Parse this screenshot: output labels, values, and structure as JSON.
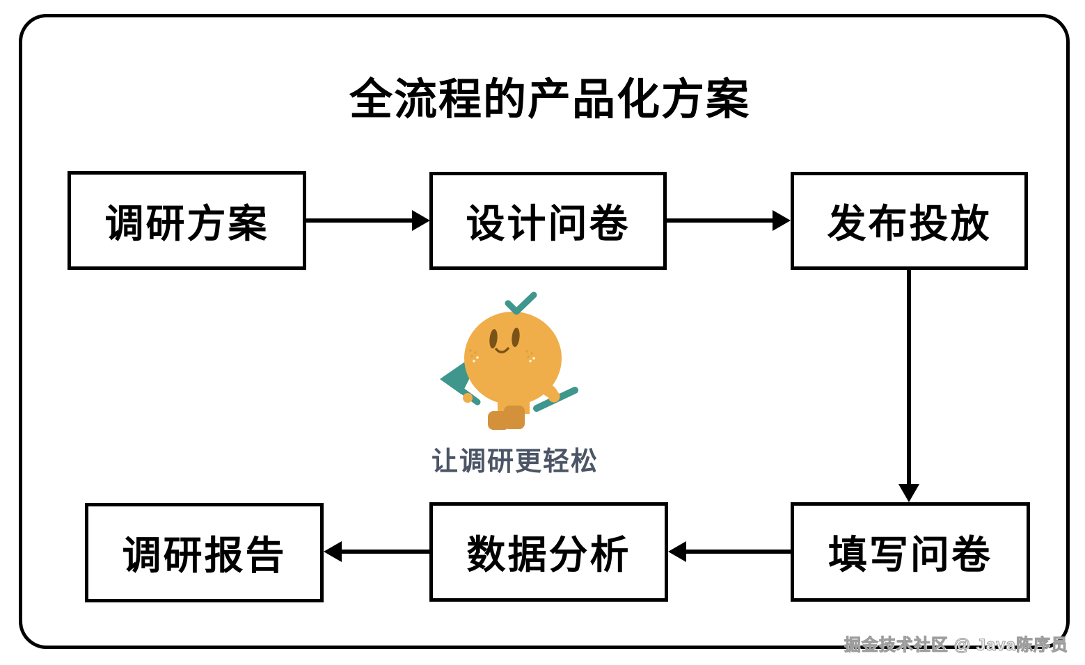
{
  "title": "全流程的产品化方案",
  "flow": {
    "steps": [
      {
        "id": "research-plan",
        "label": "调研方案"
      },
      {
        "id": "design-survey",
        "label": "设计问卷"
      },
      {
        "id": "publish",
        "label": "发布投放"
      },
      {
        "id": "fill-survey",
        "label": "填写问卷"
      },
      {
        "id": "data-analysis",
        "label": "数据分析"
      },
      {
        "id": "research-report",
        "label": "调研报告"
      }
    ],
    "connections": [
      "调研方案→设计问卷",
      "设计问卷→发布投放",
      "发布投放→填写问卷",
      "填写问卷→数据分析",
      "数据分析→调研报告"
    ]
  },
  "mascot": {
    "slogan": "让调研更轻松",
    "colors": {
      "body": "#EFAE49",
      "leaf": "#3F968C",
      "boots": "#D4913C",
      "face": "#7A5218",
      "freckle": "#DFA23A",
      "sparkle": "#FFF4DD"
    }
  },
  "watermark": "掘金技术社区 @ Java陈序员",
  "colors": {
    "line": "#000000",
    "background": "#ffffff",
    "slogan_text": "#4B5565"
  }
}
